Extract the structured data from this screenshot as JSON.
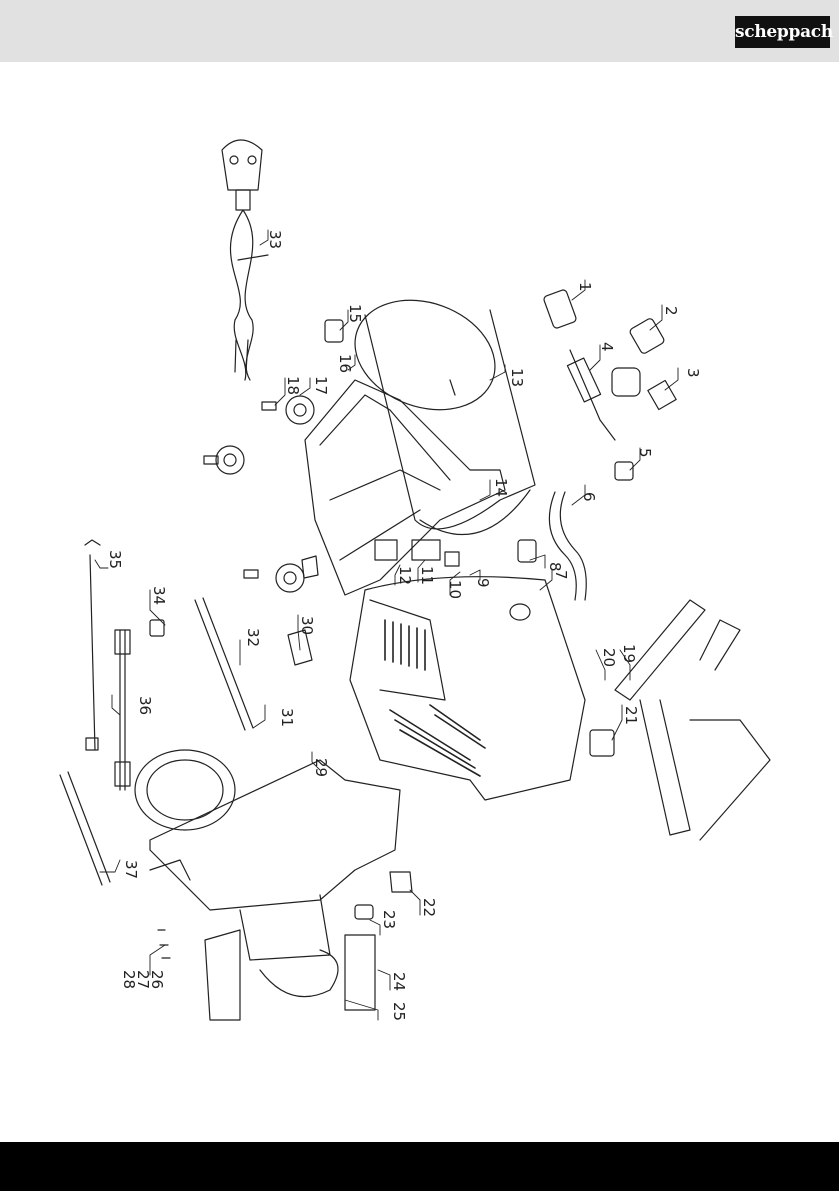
{
  "header": {
    "logo_text": "scheppach"
  },
  "diagram": {
    "part_numbers": [
      "1",
      "2",
      "3",
      "4",
      "5",
      "6",
      "7",
      "8",
      "9",
      "10",
      "11",
      "12",
      "13",
      "14",
      "15",
      "16",
      "17",
      "18",
      "19",
      "20",
      "21",
      "22",
      "23",
      "24",
      "25",
      "26",
      "27",
      "28",
      "29",
      "30",
      "31",
      "32",
      "33",
      "34",
      "35",
      "36",
      "37"
    ]
  }
}
